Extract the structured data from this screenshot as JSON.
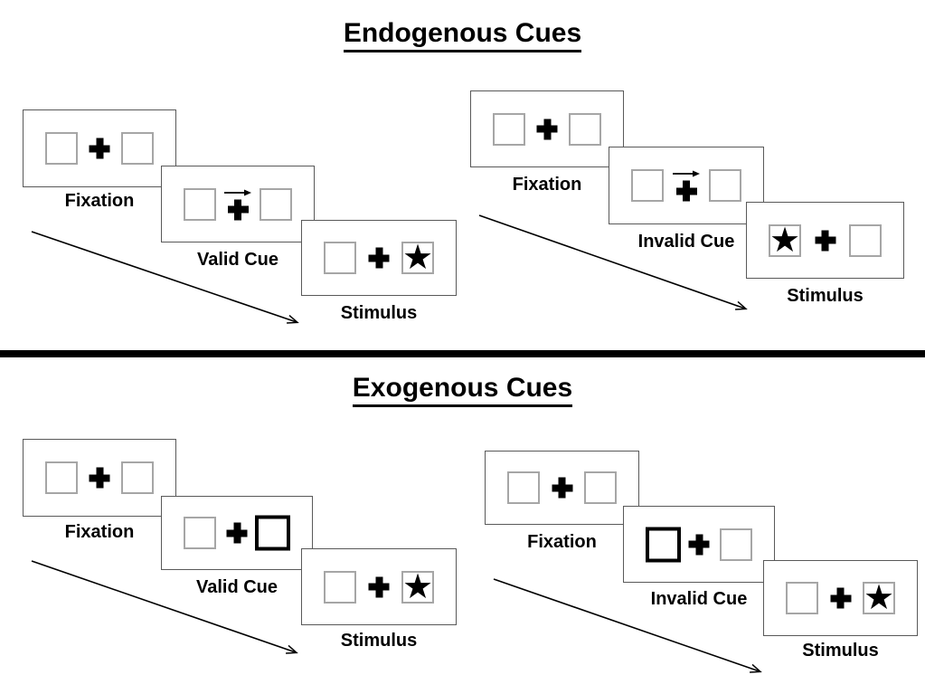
{
  "sections": [
    {
      "title": "Endogenous Cues",
      "groups": [
        {
          "name": "endogenous-valid",
          "panels": [
            {
              "label": "Fixation",
              "cue": "none",
              "star_side": "none"
            },
            {
              "label": "Valid Cue",
              "cue": "arrow-right",
              "star_side": "none"
            },
            {
              "label": "Stimulus",
              "cue": "none",
              "star_side": "right"
            }
          ]
        },
        {
          "name": "endogenous-invalid",
          "panels": [
            {
              "label": "Fixation",
              "cue": "none",
              "star_side": "none"
            },
            {
              "label": "Invalid Cue",
              "cue": "arrow-right",
              "star_side": "none"
            },
            {
              "label": "Stimulus",
              "cue": "none",
              "star_side": "left"
            }
          ]
        }
      ]
    },
    {
      "title": "Exogenous Cues",
      "groups": [
        {
          "name": "exogenous-valid",
          "panels": [
            {
              "label": "Fixation",
              "cue": "none",
              "star_side": "none"
            },
            {
              "label": "Valid Cue",
              "cue": "thick-box-right",
              "star_side": "none"
            },
            {
              "label": "Stimulus",
              "cue": "none",
              "star_side": "right"
            }
          ]
        },
        {
          "name": "exogenous-invalid",
          "panels": [
            {
              "label": "Fixation",
              "cue": "none",
              "star_side": "none"
            },
            {
              "label": "Invalid Cue",
              "cue": "thick-box-left",
              "star_side": "none"
            },
            {
              "label": "Stimulus",
              "cue": "none",
              "star_side": "right"
            }
          ]
        }
      ]
    }
  ],
  "glyphs": {
    "star": "★"
  },
  "colors": {
    "ink": "#000000",
    "panel_border": "#595959",
    "square_border": "#a6a6a6",
    "background": "#ffffff"
  }
}
